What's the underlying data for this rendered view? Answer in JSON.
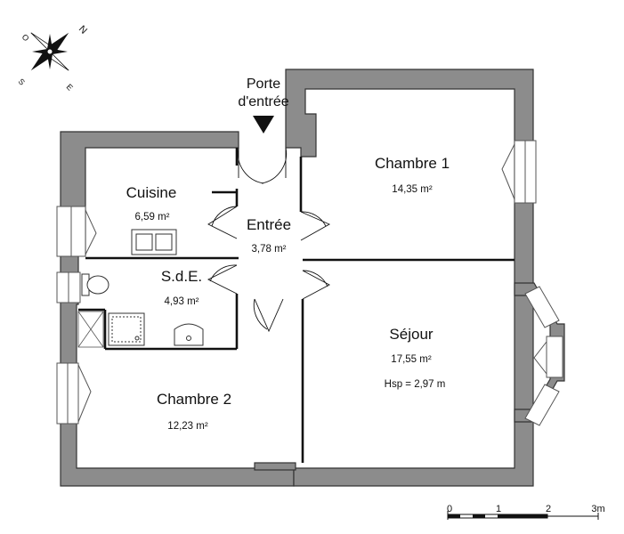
{
  "entrance": {
    "line1": "Porte",
    "line2": "d'entrée"
  },
  "rooms": {
    "cuisine": {
      "name": "Cuisine",
      "area": "6,59 m²"
    },
    "entree": {
      "name": "Entrée",
      "area": "3,78 m²"
    },
    "chambre1": {
      "name": "Chambre 1",
      "area": "14,35 m²"
    },
    "sde": {
      "name": "S.d.E.",
      "area": "4,93 m²"
    },
    "sejour": {
      "name": "Séjour",
      "area": "17,55 m²",
      "height": "Hsp = 2,97 m"
    },
    "chambre2": {
      "name": "Chambre 2",
      "area": "12,23 m²"
    }
  },
  "compass": {
    "n": "N",
    "o": "O",
    "s": "S",
    "e": "E"
  },
  "scale": {
    "labels": [
      "0",
      "1",
      "2",
      "3m"
    ]
  },
  "colors": {
    "wall": "#8c8c8c",
    "line": "#111111",
    "background": "#ffffff"
  }
}
